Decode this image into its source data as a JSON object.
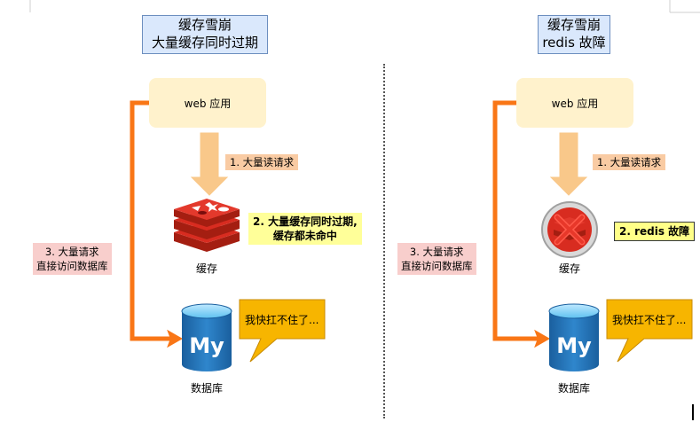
{
  "left": {
    "title_line1": "缓存雪崩",
    "title_line2": "大量缓存同时过期",
    "web_label": "web 应用",
    "read_label": "1. 大量读请求",
    "cache_event_line1": "2. 大量缓存同时过期,",
    "cache_event_line2": "缓存都未命中",
    "cache_caption": "缓存",
    "db_request_line1": "3. 大量请求",
    "db_request_line2": "直接访问数据库",
    "db_caption": "数据库",
    "bubble_text": "我快扛不住了...",
    "db_logo_text": "My"
  },
  "right": {
    "title_line1": "缓存雪崩",
    "title_line2": "redis 故障",
    "web_label": "web 应用",
    "read_label": "1. 大量读请求",
    "cache_event": "2. redis 故障",
    "cache_caption": "缓存",
    "db_request_line1": "3. 大量请求",
    "db_request_line2": "直接访问数据库",
    "db_caption": "数据库",
    "bubble_text": "我快扛不住了...",
    "db_logo_text": "My"
  },
  "colors": {
    "title_fill": "#dae8fc",
    "web_fill": "#fff2cc",
    "arrow_fill": "#f9c88a",
    "path_orange": "#f97616",
    "redis_red": "#d82c20",
    "db_blue": "#2f7ec0",
    "bubble_fill": "#f7b500"
  }
}
